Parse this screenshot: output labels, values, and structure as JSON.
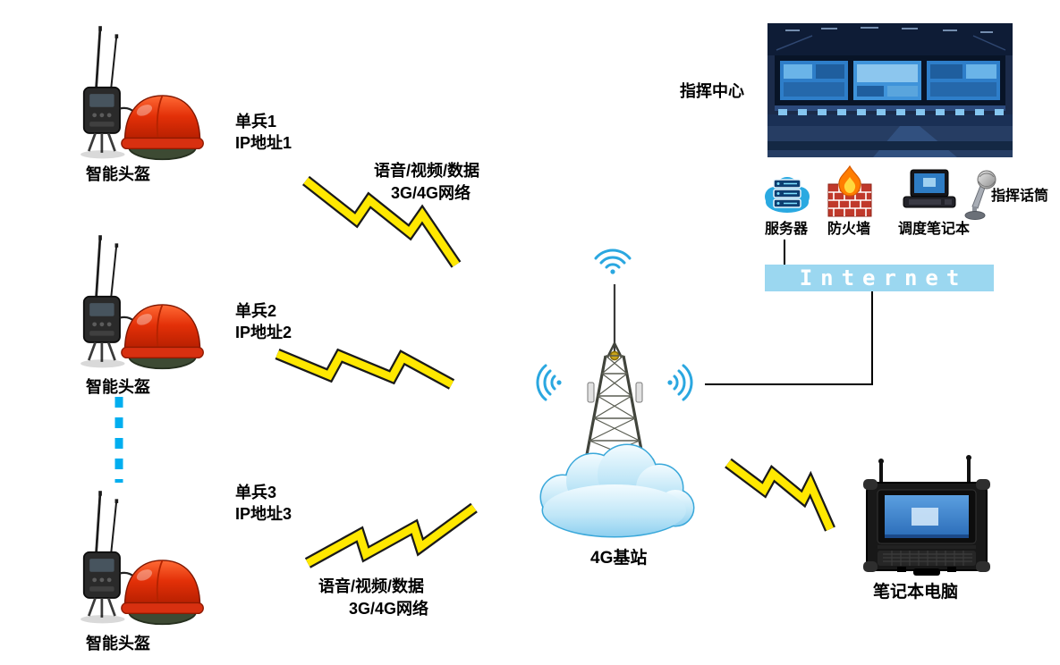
{
  "diagram": {
    "soldiers": [
      {
        "label": "单兵1",
        "ip": "IP地址1",
        "device": "智能头盔"
      },
      {
        "label": "单兵2",
        "ip": "IP地址2",
        "device": "智能头盔"
      },
      {
        "label": "单兵3",
        "ip": "IP地址3",
        "device": "智能头盔"
      }
    ],
    "links": {
      "top": {
        "line1": "语音/视频/数据",
        "line2": "3G/4G网络"
      },
      "bottom": {
        "line1": "语音/视频/数据",
        "line2": "3G/4G网络"
      }
    },
    "base_station": {
      "label": "4G基站"
    },
    "command_center": {
      "label": "指挥中心"
    },
    "devices": {
      "server": {
        "label": "服务器"
      },
      "firewall": {
        "label": "防火墙"
      },
      "dispatch_laptop": {
        "label": "调度笔记本"
      },
      "microphone": {
        "label": "指挥话筒"
      }
    },
    "internet": {
      "label": "Internet"
    },
    "field_laptop": {
      "label": "笔记本电脑"
    }
  },
  "icons": {
    "helmet_unit": "smart-helmet-with-body-radio",
    "bolt": "lightning-bolt-wireless-link",
    "tower": "4g-base-station-tower",
    "cloud": "network-cloud",
    "wifi": "wifi-signal",
    "server": "server-cloud",
    "firewall": "firewall-brick-flame",
    "dispatch_laptop": "laptop",
    "microphone": "microphone",
    "field_laptop": "rugged-laptop-case",
    "command_center": "control-room-photo"
  },
  "colors": {
    "bolt_fill": "#FFE800",
    "bolt_outline": "#1A1A1A",
    "internet_bar": "#9BD7F0",
    "internet_text": "#FFFFFF",
    "dotted_line": "#00AEEF",
    "helmet_red": "#D83010",
    "cloud_blue": "#ABDCF5"
  }
}
